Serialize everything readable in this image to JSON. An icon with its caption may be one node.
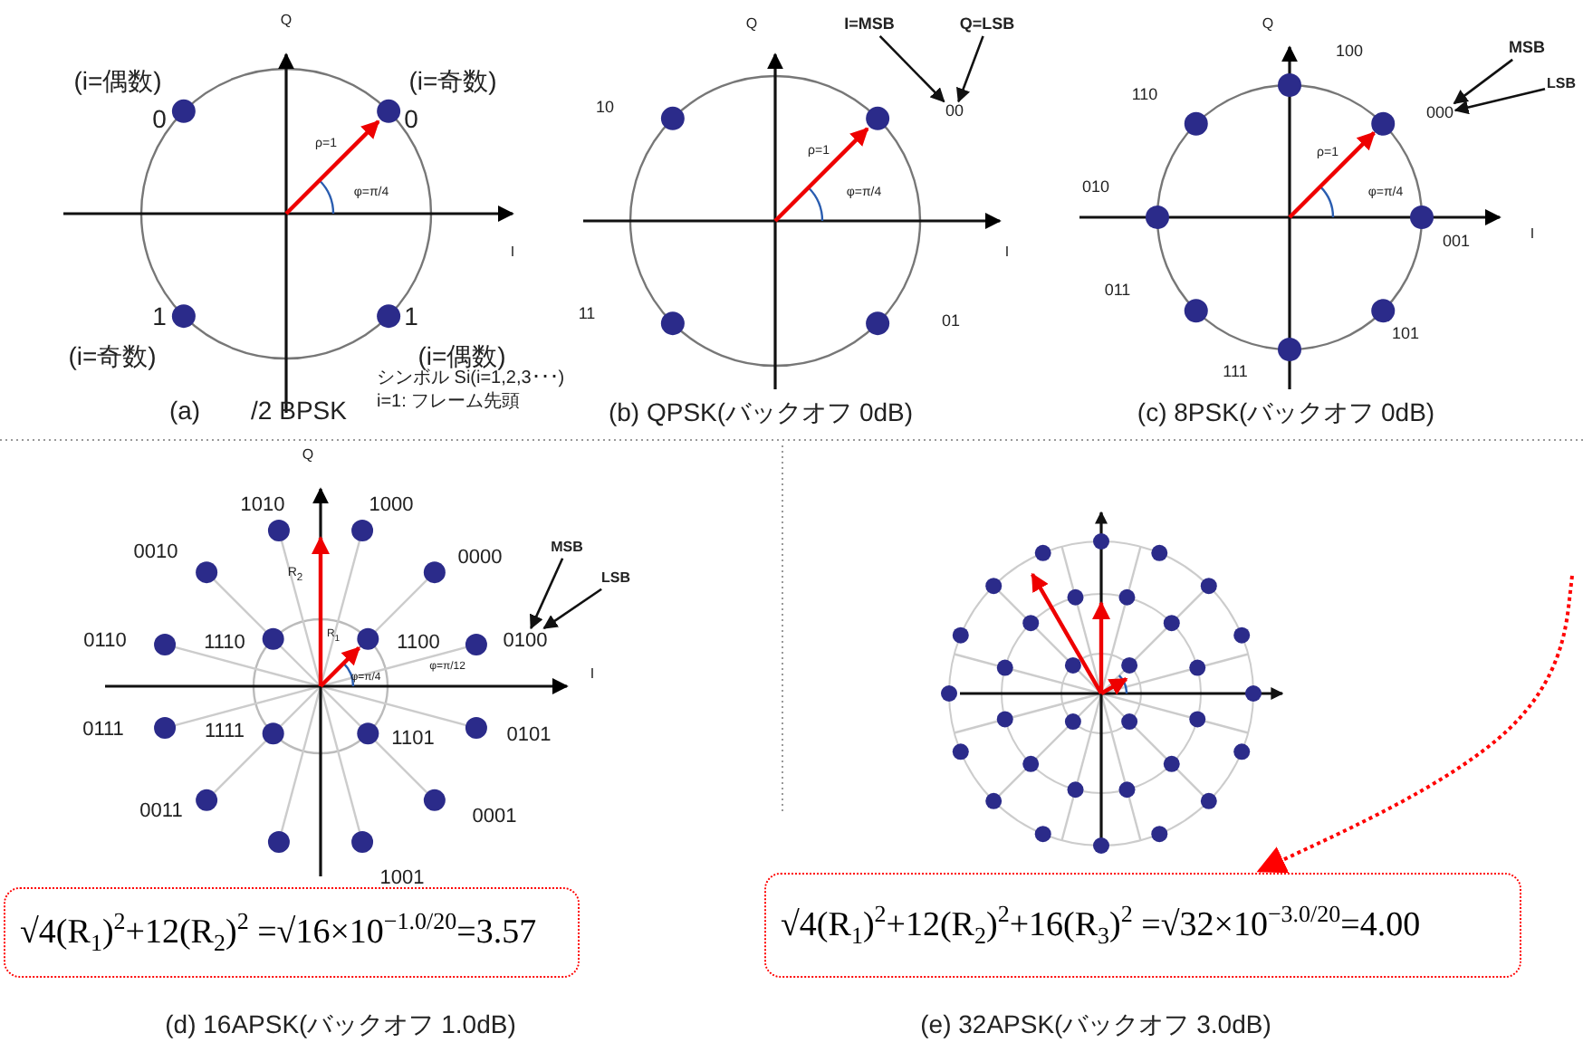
{
  "diagram": {
    "nodes": [
      {
        "text": [
          "I=MSB"
        ]
      },
      {
        "text": [
          "Q=LSB"
        ]
      },
      {
        "text": [
          "00"
        ]
      },
      {
        "text": [
          "MSB"
        ]
      },
      {
        "text": [
          "LSB"
        ]
      },
      {
        "text": [
          "000"
        ]
      },
      {
        "text": [
          "MSB"
        ]
      },
      {
        "text": [
          "LSB"
        ]
      },
      {
        "text": [
          "0100"
        ]
      },
      {
        "text": [
          "√4(R$_{1}$)$^{2}$+12(R$_{2}$)$^{2}$ =√16×10$^{−1.0/20}$=3.57"
        ]
      },
      {
        "text": [
          "√4(R$_{1}$)$^{2}$+12(R$_{2}$)$^{2}$+16(R$_{3}$)$^{2}$ =√32×10$^{−3.0/20}$=4.00"
        ]
      }
    ],
    "edges": [
      {
        "from": 0,
        "to": 2,
        "arrow": "to"
      },
      {
        "from": 1,
        "to": 2,
        "arrow": "to"
      },
      {
        "from": 3,
        "to": 5,
        "arrow": "to"
      },
      {
        "from": 4,
        "to": 5,
        "arrow": "to"
      },
      {
        "from": 6,
        "to": 8,
        "arrow": "to"
      },
      {
        "from": 7,
        "to": 8,
        "arrow": "to"
      },
      {
        "from": null,
        "to": 10,
        "arrow": "to",
        "style": "dashed",
        "color": "#ff0000"
      }
    ],
    "labels": [
      "Q",
      "(i=偶数)",
      "(i=奇数)",
      "0",
      "0",
      "ρ=1",
      "φ=π/4",
      "I",
      "1",
      "1",
      "(i=奇数)",
      "(i=偶数)",
      "シンボル Si(i=1,2,3･･･)",
      "i=1: フレーム先頭",
      "(a)",
      "/2 BPSK",
      "Q",
      "10",
      "ρ=1",
      "φ=π/4",
      "I",
      "11",
      "01",
      "(b) QPSK(バックオフ 0dB)",
      "Q",
      "100",
      "110",
      "ρ=1",
      "010",
      "φ=π/4",
      "001",
      "I",
      "011",
      "101",
      "111",
      "(c) 8PSK(バックオフ 0dB)",
      "Q",
      "1010",
      "1000",
      "0010",
      "0000",
      "R$_{2}$",
      "0110",
      "1110",
      "R$_{1}$",
      "1100",
      "φ=π/4",
      "φ=π/12",
      "I",
      "0111",
      "1111",
      "1101",
      "0101",
      "0011",
      "0001",
      "1001",
      "(d) 16APSK(バックオフ 1.0dB)",
      "(e) 32APSK(バックオフ 3.0dB)"
    ]
  }
}
